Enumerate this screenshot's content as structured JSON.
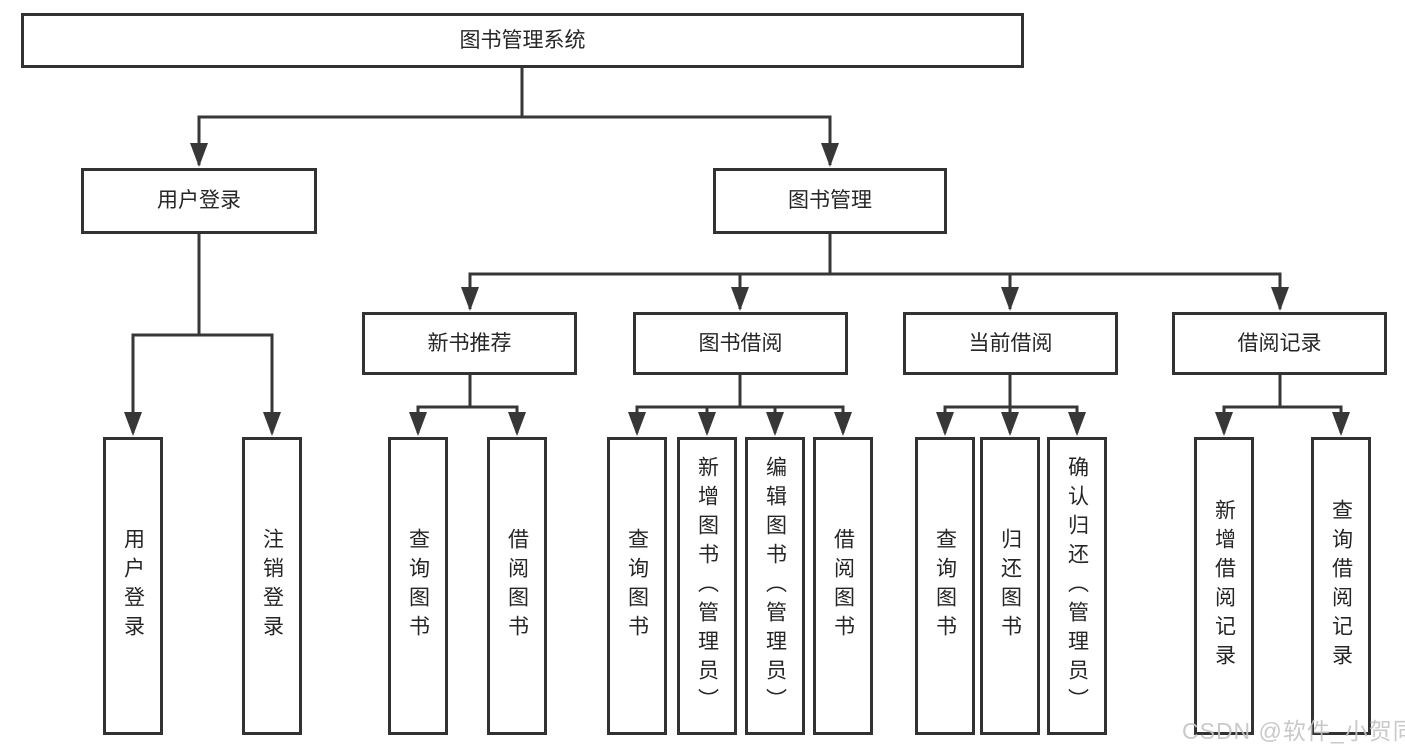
{
  "colors": {
    "line": "#373737",
    "box_border": "#323232",
    "box_background": "#ffffff",
    "text": "#262626",
    "page_background": "#ffffff",
    "watermark": "#c4c4c4"
  },
  "diagram": {
    "root": {
      "label": "图书管理系统"
    },
    "user_login_branch": {
      "label": "用户登录",
      "children": [
        "用户登录",
        "注销登录"
      ]
    },
    "book_management_branch": {
      "label": "图书管理",
      "groups": [
        {
          "label": "新书推荐",
          "children": [
            "查询图书",
            "借阅图书"
          ]
        },
        {
          "label": "图书借阅",
          "children": [
            "查询图书",
            "新增图书（管理员）",
            "编辑图书（管理员）",
            "借阅图书"
          ]
        },
        {
          "label": "当前借阅",
          "children": [
            "查询图书",
            "归还图书",
            "确认归还（管理员）"
          ]
        },
        {
          "label": "借阅记录",
          "children": [
            "新增借阅记录",
            "查询借阅记录"
          ]
        }
      ]
    }
  },
  "watermark": "CSDN @软件_小贺同学"
}
